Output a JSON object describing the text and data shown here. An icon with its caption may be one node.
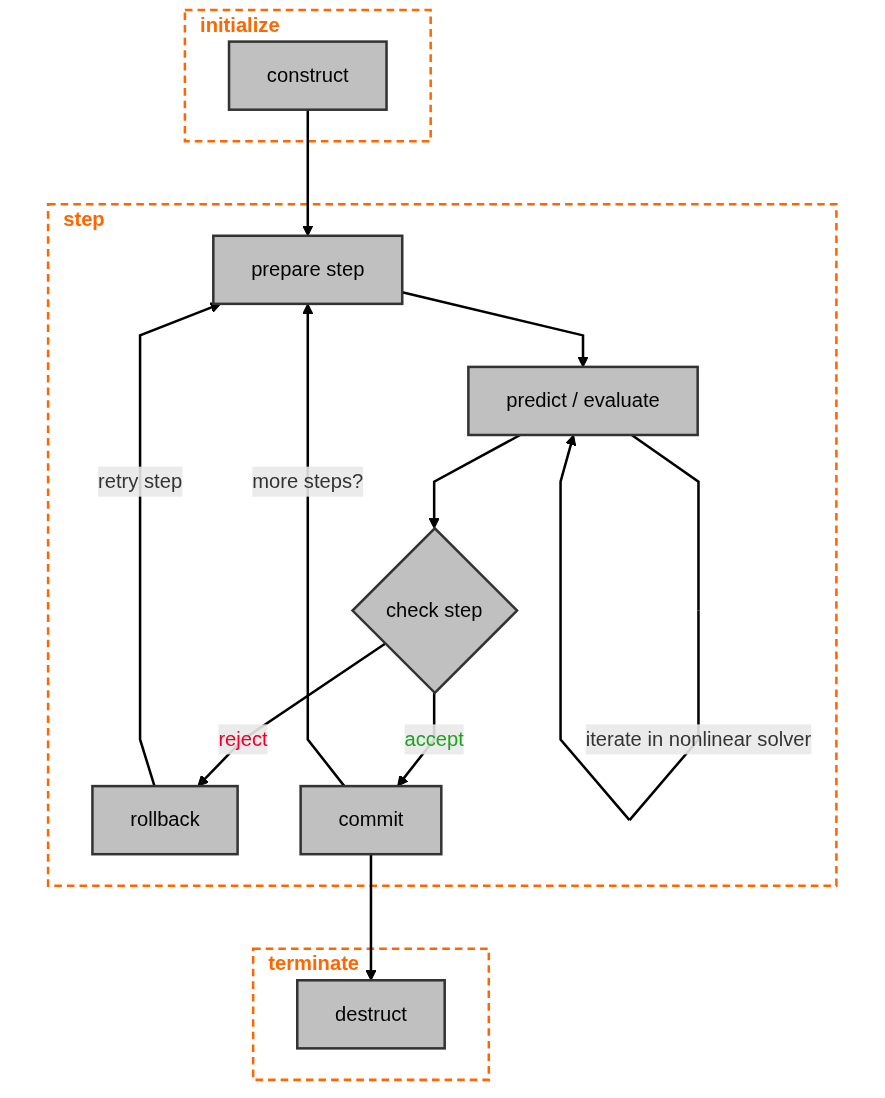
{
  "diagram": {
    "nodes": [
      {
        "text": [
          "initialize"
        ]
      },
      {
        "text": [
          "construct"
        ],
        "in": 0
      },
      {
        "text": [
          "step"
        ]
      },
      {
        "text": [
          "prepare step"
        ],
        "in": 2
      },
      {
        "text": [
          "predict / evaluate"
        ],
        "in": 2
      },
      {
        "text": [
          "check step"
        ],
        "in": 2
      },
      {
        "text": [
          "rollback"
        ],
        "in": 2
      },
      {
        "text": [
          "commit"
        ],
        "in": 2
      },
      {
        "text": [
          "terminate"
        ]
      },
      {
        "text": [
          "destruct"
        ],
        "in": 8
      }
    ],
    "edges": [
      {
        "from": 1,
        "to": 3,
        "arrow": "to"
      },
      {
        "from": 3,
        "to": 4,
        "arrow": "to"
      },
      {
        "from": 4,
        "to": 4,
        "arrow": "to",
        "label": "iterate in nonlinear solver"
      },
      {
        "from": 4,
        "to": 5,
        "arrow": "to"
      },
      {
        "from": 5,
        "to": 6,
        "arrow": "to",
        "label": "reject"
      },
      {
        "from": 5,
        "to": 7,
        "arrow": "to",
        "label": "accept"
      },
      {
        "from": 6,
        "to": 3,
        "arrow": "to",
        "label": "retry step"
      },
      {
        "from": 7,
        "to": 3,
        "arrow": "to",
        "label": "more steps?"
      },
      {
        "from": 7,
        "to": 9,
        "arrow": "to"
      }
    ]
  }
}
